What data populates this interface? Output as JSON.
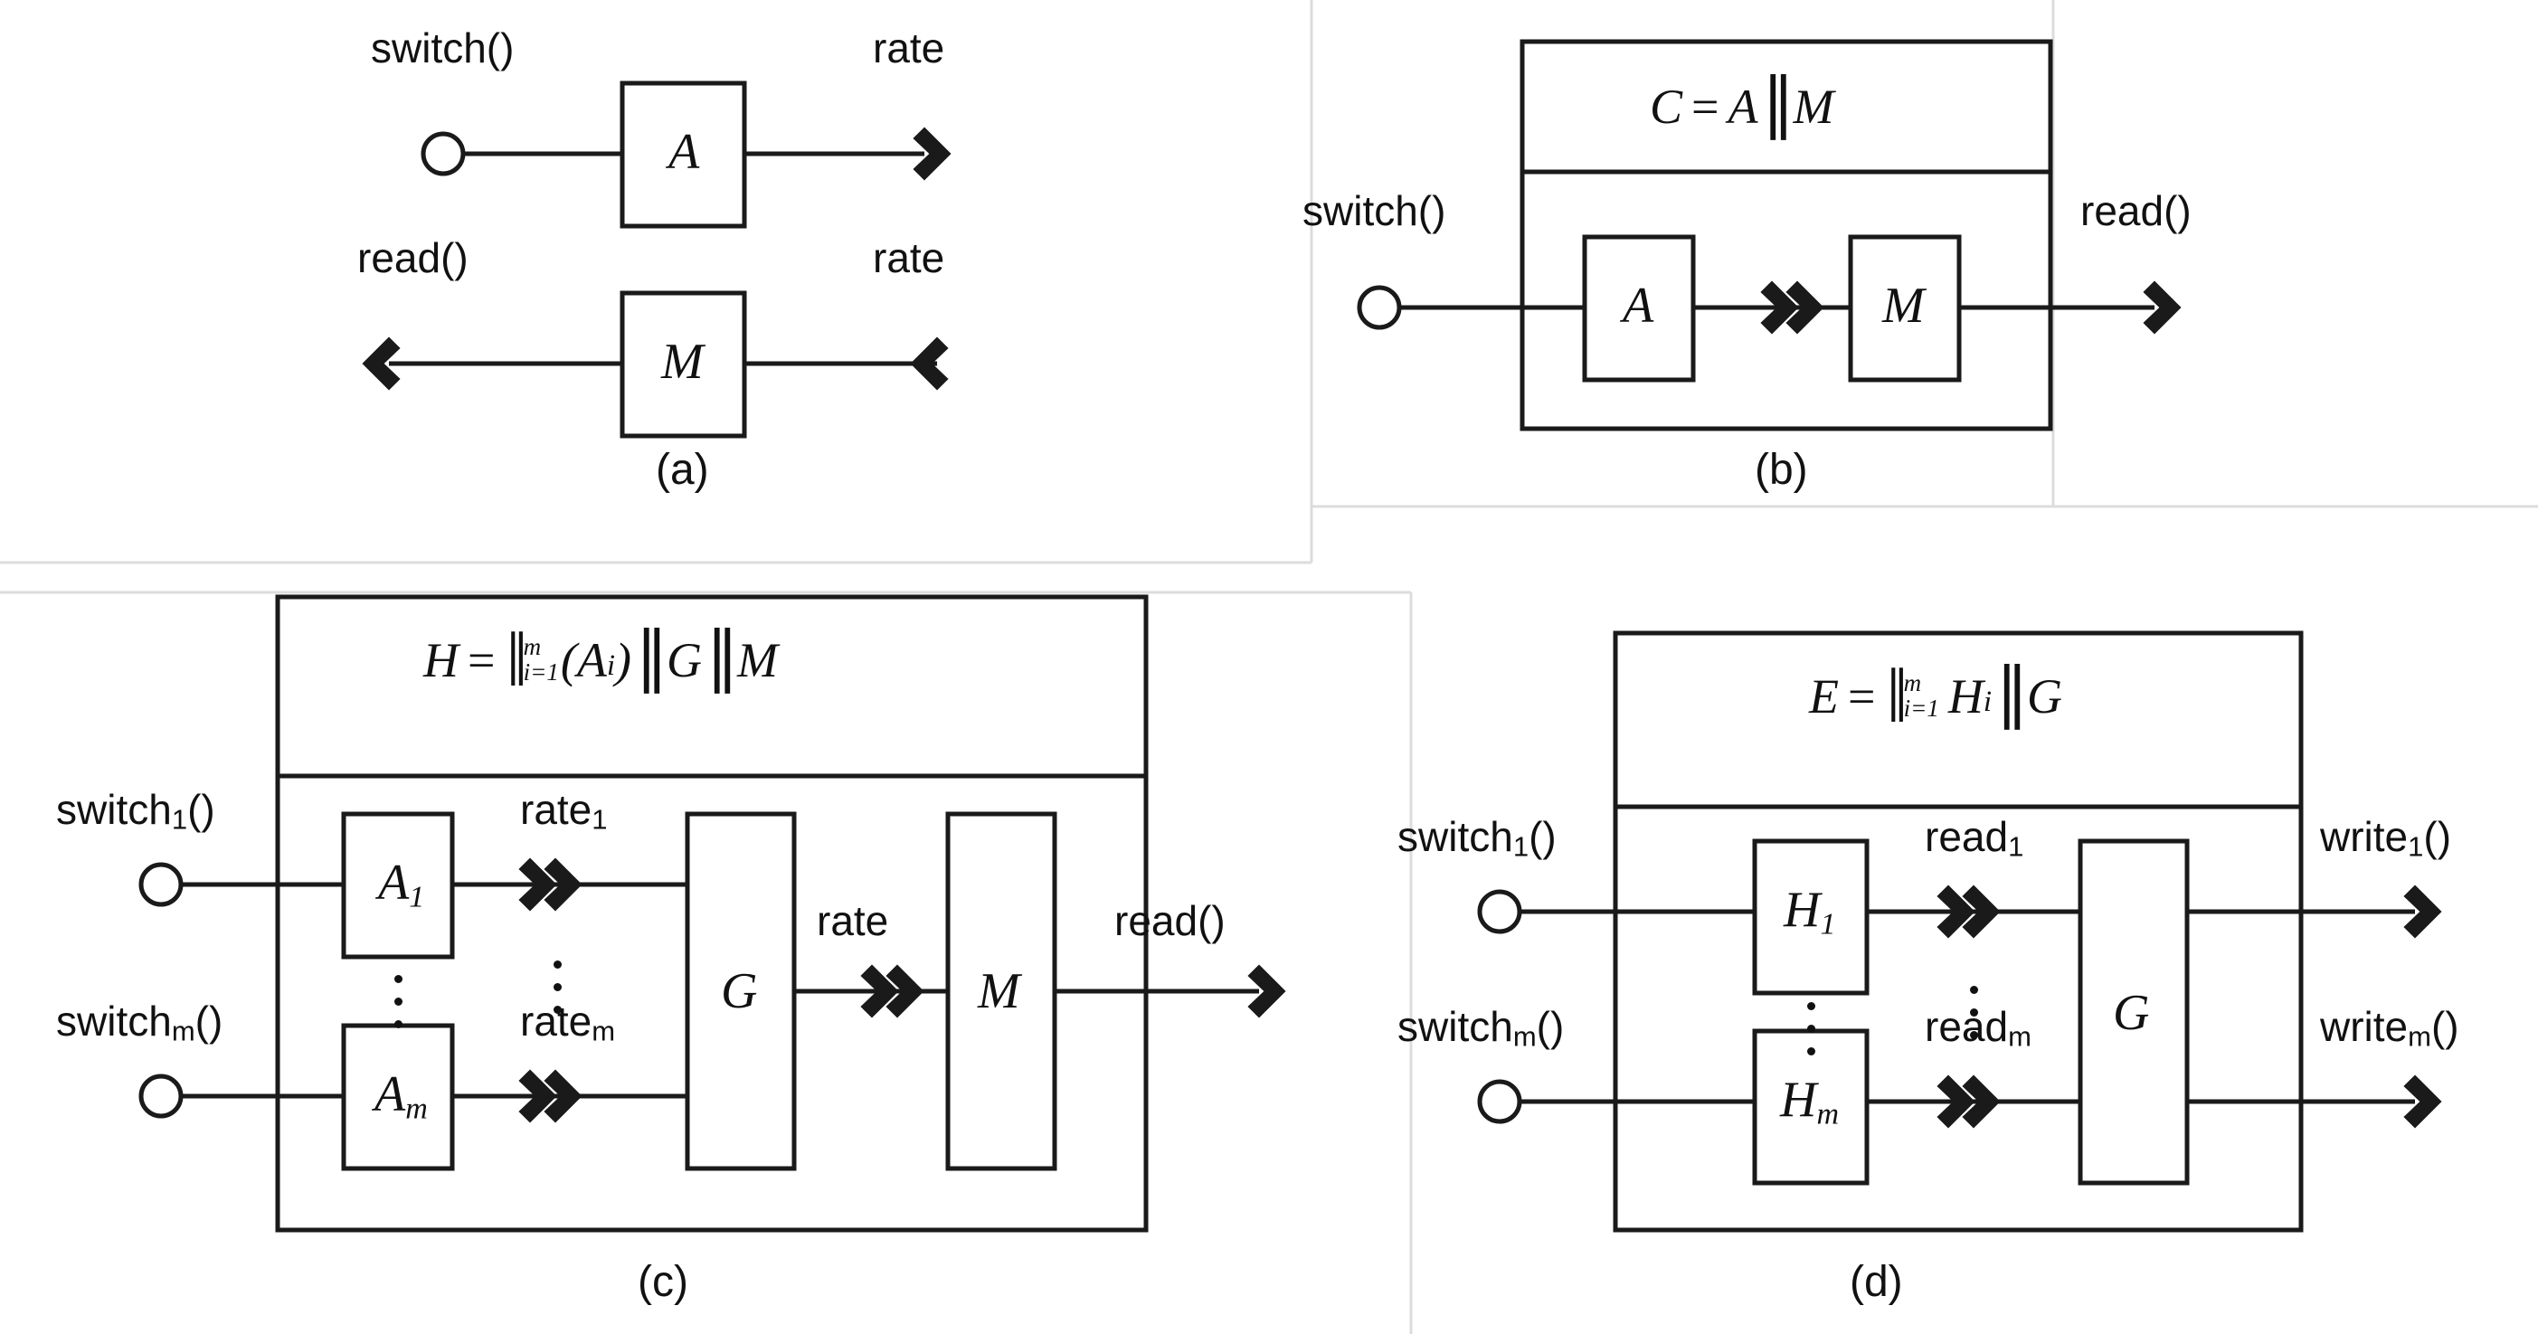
{
  "figure": {
    "caption_a": "(a)",
    "caption_b": "(b)",
    "caption_c": "(c)",
    "caption_d": "(d)"
  },
  "panel_a": {
    "row1": {
      "input_label": "switch()",
      "component": "A",
      "output_label": "rate"
    },
    "row2": {
      "output_label": "read()",
      "component": "M",
      "input_label": "rate"
    }
  },
  "panel_b": {
    "equation": {
      "lhs": "C",
      "eq": "=",
      "first": "A",
      "parallel": "∥",
      "second": "M"
    },
    "equation_text": "C = A ∥ M",
    "input_label": "switch()",
    "output_label": "read()",
    "components": [
      "A",
      "M"
    ]
  },
  "panel_c": {
    "equation": {
      "lhs": "H",
      "eq": "=",
      "bigop": "‖",
      "upper": "m",
      "lower": "i=1",
      "body": "(A",
      "body_sub": "i",
      "body_close": ")",
      "parallel1": "∥",
      "g": "G",
      "parallel2": "∥",
      "m": "M"
    },
    "equation_text": "H = ‖(m, i=1) (Aᵢ) ∥ G ∥ M",
    "inputs": [
      {
        "label": "switch",
        "sub": "1",
        "suffix": "()"
      },
      {
        "label": "switch",
        "sub": "m",
        "suffix": "()"
      }
    ],
    "components": [
      {
        "name": "A",
        "sub": "1"
      },
      {
        "name": "A",
        "sub": "m"
      }
    ],
    "mid_labels": [
      {
        "label": "rate",
        "sub": "1"
      },
      {
        "label": "rate",
        "sub": "m"
      }
    ],
    "gate": "G",
    "gate_out_label": "rate",
    "memory": "M",
    "output_label": "read()"
  },
  "panel_d": {
    "equation": {
      "lhs": "E",
      "eq": "=",
      "bigop": "‖",
      "upper": "m",
      "lower": "i=1",
      "body": "H",
      "body_sub": "i",
      "parallel1": "∥",
      "g": "G"
    },
    "equation_text": "E = ‖(m, i=1) Hᵢ ∥ G",
    "inputs": [
      {
        "label": "switch",
        "sub": "1",
        "suffix": "()"
      },
      {
        "label": "switch",
        "sub": "m",
        "suffix": "()"
      }
    ],
    "components": [
      {
        "name": "H",
        "sub": "1"
      },
      {
        "name": "H",
        "sub": "m"
      }
    ],
    "mid_labels": [
      {
        "label": "read",
        "sub": "1"
      },
      {
        "label": "read",
        "sub": "m"
      }
    ],
    "gate": "G",
    "outputs": [
      {
        "label": "write",
        "sub": "1",
        "suffix": "()"
      },
      {
        "label": "write",
        "sub": "m",
        "suffix": "()"
      }
    ]
  },
  "colors": {
    "stroke": "#1a1a1a",
    "grid": "#d8d8d8",
    "background": "#ffffff"
  }
}
